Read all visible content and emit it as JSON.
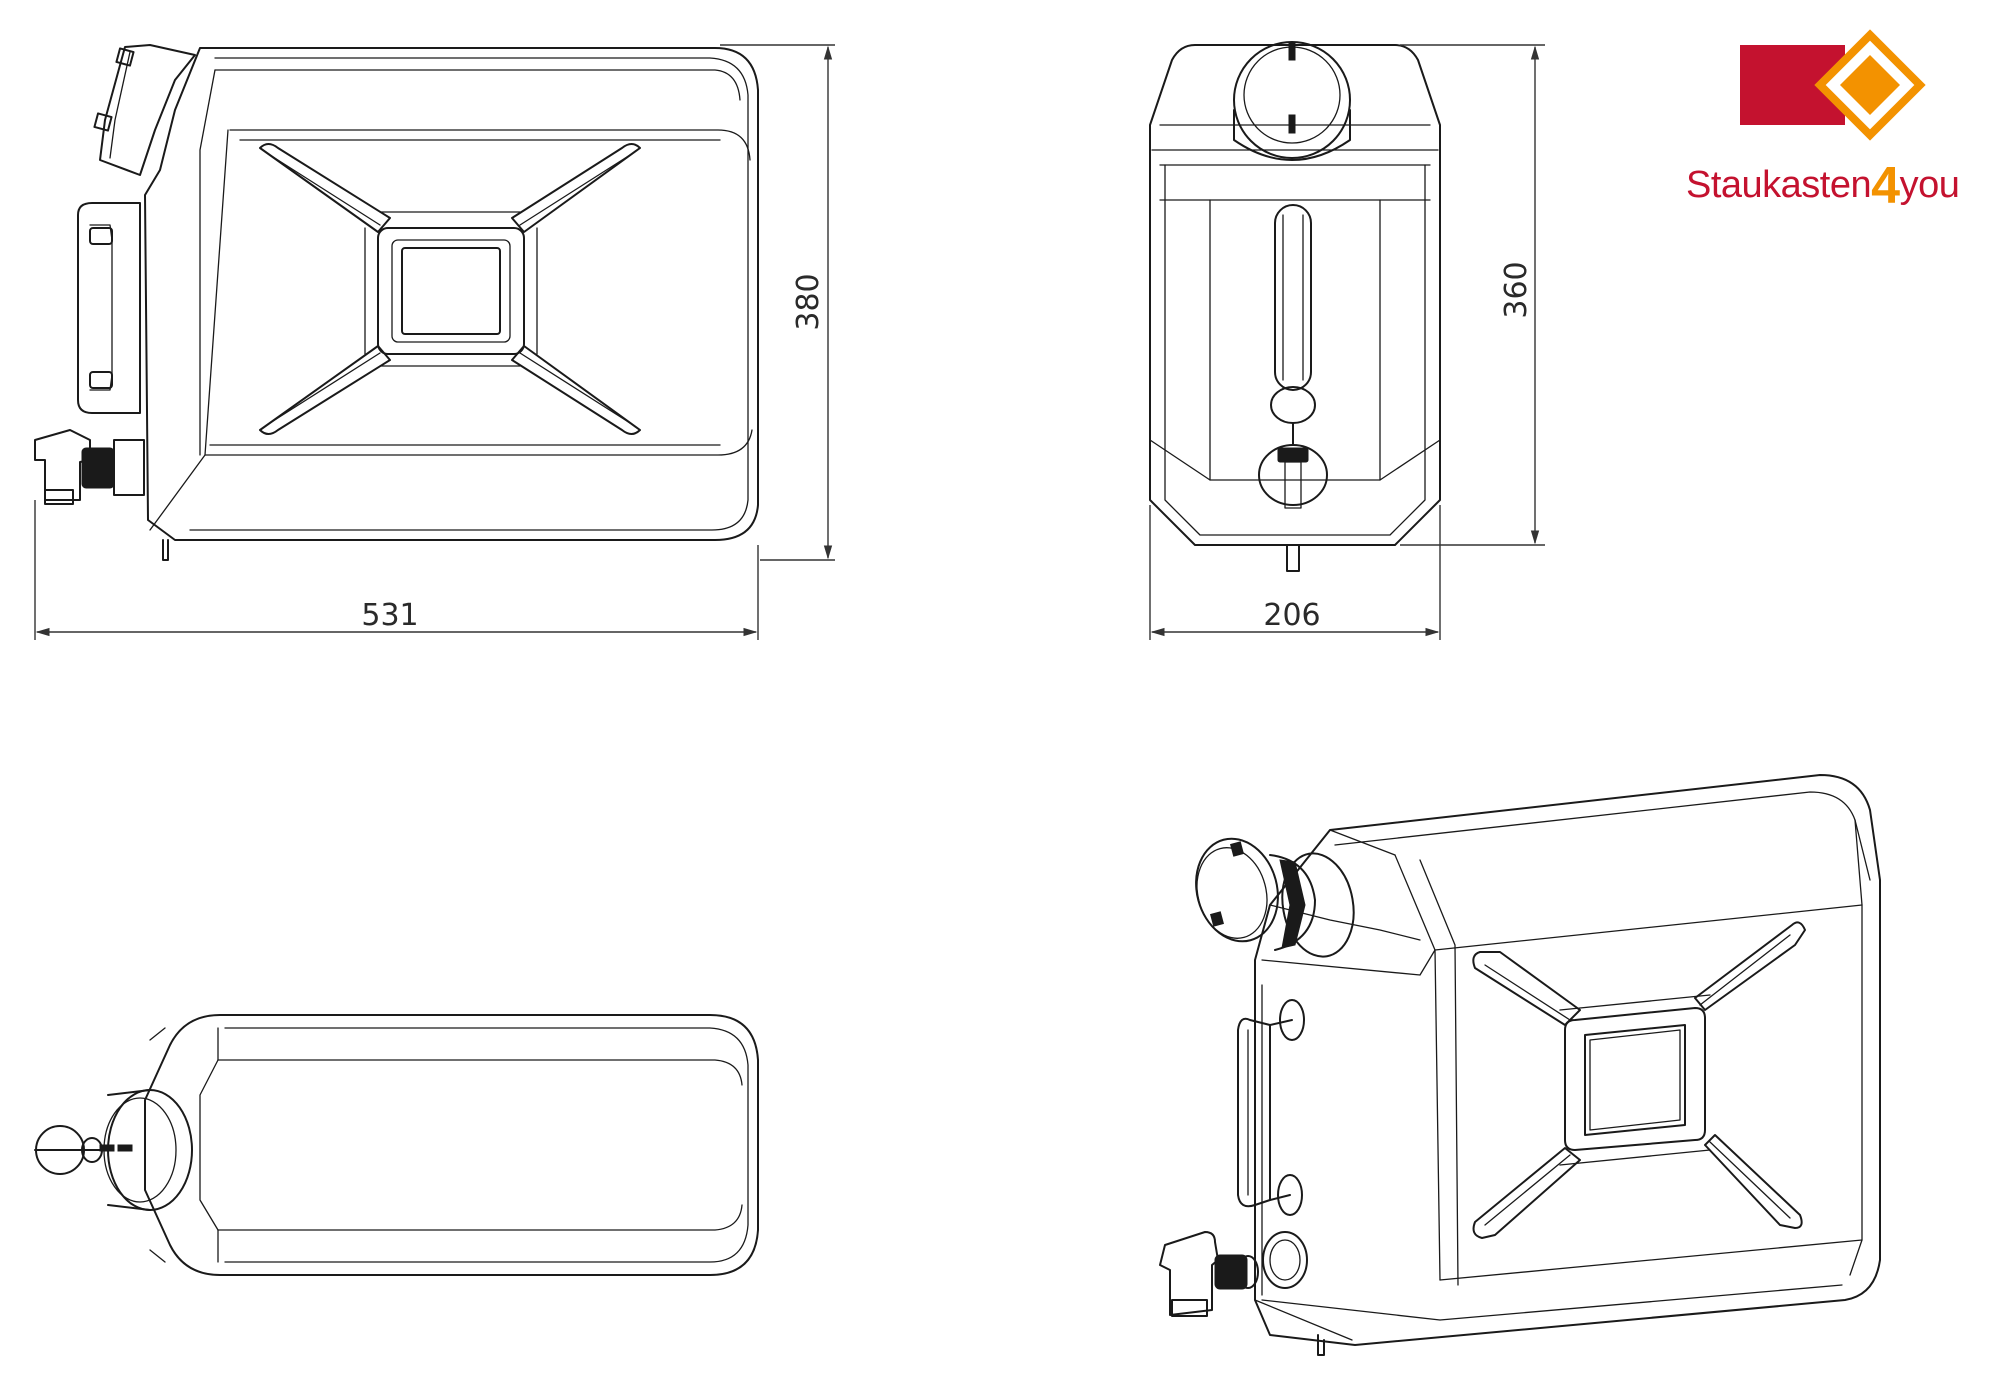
{
  "dimensions": {
    "front_width": "531",
    "front_height": "380",
    "side_width": "206",
    "side_height": "360"
  },
  "logo": {
    "name_part1": "Staukasten",
    "name_four": "4",
    "name_part2": "you",
    "colors": {
      "red": "#c4122f",
      "orange": "#f39200"
    }
  }
}
